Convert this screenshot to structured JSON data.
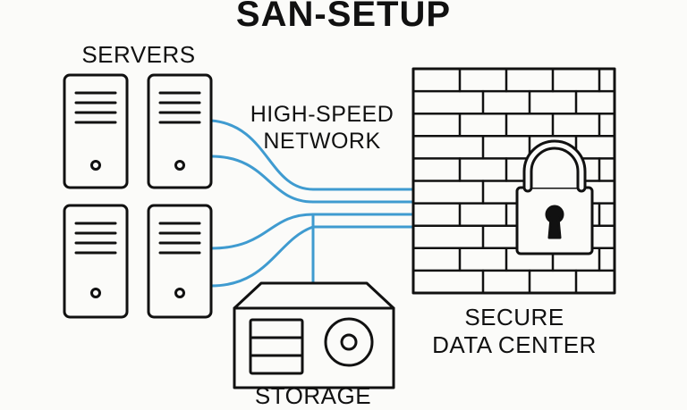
{
  "title": "SAN-SETUP",
  "servers_label": "SERVERS",
  "network_label_line1": "HIGH-SPEED",
  "network_label_line2": "NETWORK",
  "datacenter_label_line1": "SECURE",
  "datacenter_label_line2": "DATA CENTER",
  "storage_label": "STORAGE",
  "colors": {
    "stroke": "#111111",
    "network_cable": "#3f9bd0",
    "background": "#fbfbf9"
  },
  "icons": [
    "server-tower-icon",
    "brick-wall-icon",
    "padlock-icon",
    "storage-device-icon",
    "disk-icon"
  ]
}
